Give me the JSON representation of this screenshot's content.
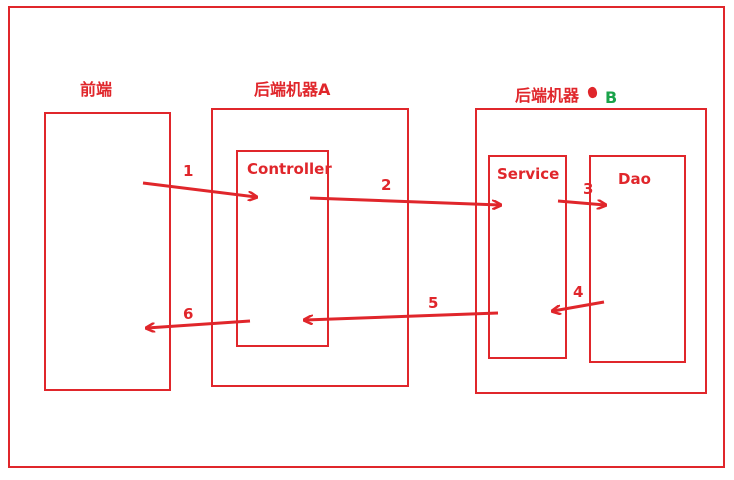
{
  "nodes": {
    "frontend": "前端",
    "machine_a": "后端机器A",
    "machine_b_prefix": "后端机器",
    "machine_b_suffix": "B",
    "controller": "Controller",
    "service": "Service",
    "dao": "Dao"
  },
  "steps": [
    "1",
    "2",
    "3",
    "4",
    "5",
    "6"
  ],
  "colors": {
    "stroke": "#e0262b",
    "accent": "#1aa34a"
  }
}
